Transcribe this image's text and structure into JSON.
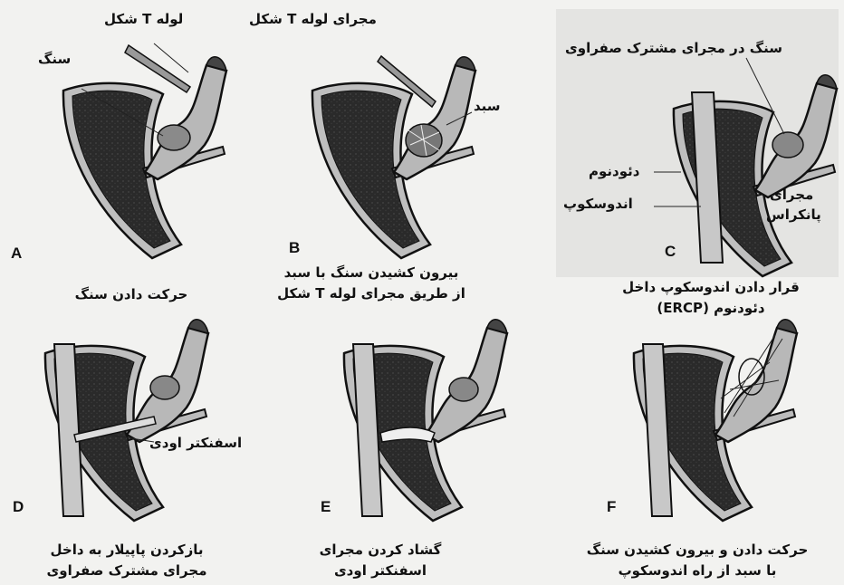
{
  "panels": [
    {
      "letter": "A",
      "caption": [
        "حرکت دادن سنگ"
      ],
      "labels": {
        "t_tube": "لوله T شکل",
        "stone": "سنگ"
      }
    },
    {
      "letter": "B",
      "caption": [
        "بیرون کشیدن سنگ با سبد",
        "از طریق مجرای لوله T شکل"
      ],
      "labels": {
        "t_tube_duct": "مجرای لوله T شکل",
        "basket": "سبد"
      }
    },
    {
      "letter": "C",
      "caption": [
        "قرار دادن اندوسکوپ داخل",
        "دئودنوم (ERCP)"
      ],
      "labels": {
        "stone_in_duct": "سنگ در مجرای مشترک صفراوی",
        "duodenum": "دئودنوم",
        "endoscope": "اندوسکوپ",
        "pancreatic_duct": "مجرای پانکراس"
      }
    },
    {
      "letter": "D",
      "caption": [
        "بازکردن پاپیلار به داخل",
        "مجرای مشترک صفراوی"
      ],
      "labels": {
        "sphincter": "اسفنکتر اودی"
      }
    },
    {
      "letter": "E",
      "caption": [
        "گشاد کردن مجرای",
        "اسفنکتر اودی"
      ],
      "labels": {}
    },
    {
      "letter": "F",
      "caption": [
        "حرکت دادن و بیرون کشیدن سنگ",
        "با سبد از راه اندوسکوپ"
      ],
      "labels": {}
    }
  ]
}
